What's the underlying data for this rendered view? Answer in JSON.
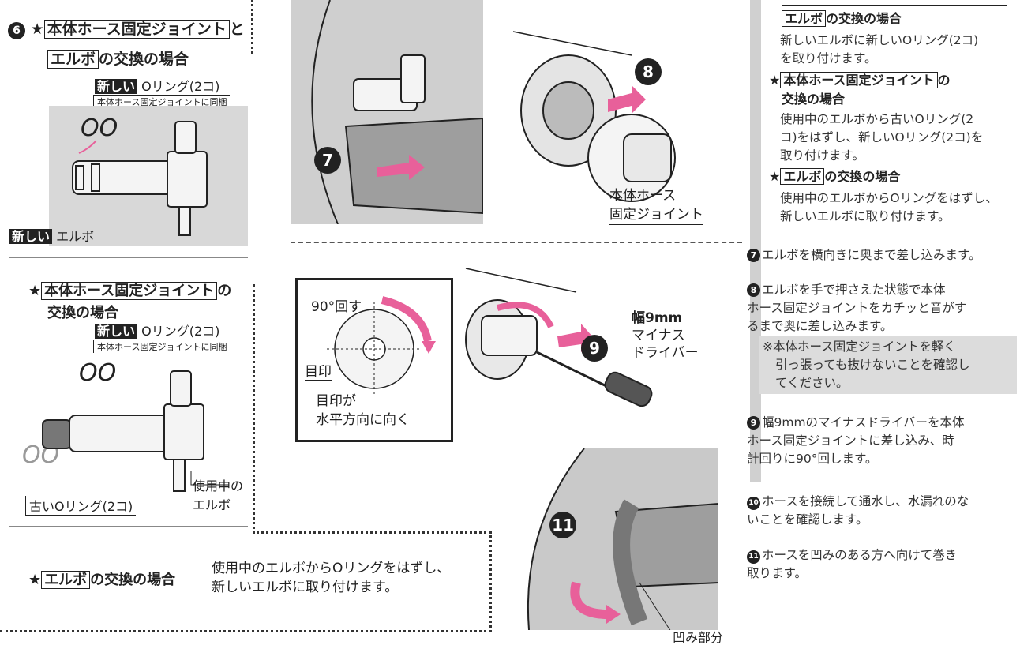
{
  "left": {
    "step6": {
      "num": "6",
      "star": "★",
      "title_box": "本体ホース固定ジョイント",
      "title_conj": "と",
      "title_box2": "エルボ",
      "title_tail": "の交換の場合",
      "new_label": "新しい",
      "oring": "Oリング(2コ)",
      "bundled": "本体ホース固定ジョイントに同梱",
      "new_elbow_label": "新しい",
      "elbow": "エルボ"
    },
    "joint_only": {
      "star": "★",
      "title_box": "本体ホース固定ジョイント",
      "title_tail": "の",
      "title_line2": "交換の場合",
      "new_label": "新しい",
      "oring": "Oリング(2コ)",
      "bundled": "本体ホース固定ジョイントに同梱",
      "old_oring": "古いOリング(2コ)",
      "used_elbow_1": "使用中の",
      "used_elbow_2": "エルボ"
    },
    "elbow_only": {
      "star": "★",
      "title_box": "エルボ",
      "title_tail": "の交換の場合",
      "text_1": "使用中のエルボからOリングをはずし、",
      "text_2": "新しいエルボに取り付けます。"
    }
  },
  "middle": {
    "step7_num": "7",
    "step8_num": "8",
    "step9_num": "9",
    "step11_num": "11",
    "joint_label_1": "本体ホース",
    "joint_label_2": "固定ジョイント",
    "rotate_label": "90°回す",
    "mark_label": "目印",
    "mark_note_1": "目印が",
    "mark_note_2": "水平方向に向く",
    "driver_1": "幅9mm",
    "driver_2": "マイナス",
    "driver_3": "ドライバー",
    "dent_label": "凹み部分"
  },
  "right": {
    "elbow_case": {
      "title_box": "エルボ",
      "title_tail": "の交換の場合",
      "line_1": "新しいエルボに新しいOリング(2コ)",
      "line_2": "を取り付けます。"
    },
    "joint_case": {
      "star": "★",
      "title_box": "本体ホース固定ジョイント",
      "title_tail": "の",
      "title_line2": "交換の場合",
      "line_1": "使用中のエルボから古いOリング(2",
      "line_2": "コ)をはずし、新しいOリング(2コ)を",
      "line_3": "取り付けます。"
    },
    "elbow_case2": {
      "star": "★",
      "title_box": "エルボ",
      "title_tail": "の交換の場合",
      "line_1": "使用中のエルボからOリングをはずし、",
      "line_2": "新しいエルボに取り付けます。"
    },
    "step7": {
      "num": "7",
      "text": "エルボを横向きに奥まで差し込みます。"
    },
    "step8": {
      "num": "8",
      "line_1": "エルボを手で押さえた状態で本体",
      "line_2": "ホース固定ジョイントをカチッと音がす",
      "line_3": "るまで奥に差し込みます。",
      "note_1": "※本体ホース固定ジョイントを軽く",
      "note_2": "引っ張っても抜けないことを確認し",
      "note_3": "てください。"
    },
    "step9": {
      "num": "9",
      "line_1": "幅9mmのマイナスドライバーを本体",
      "line_2": "ホース固定ジョイントに差し込み、時",
      "line_3": "計回りに90°回します。"
    },
    "step10": {
      "num": "10",
      "line_1": "ホースを接続して通水し、水漏れのな",
      "line_2": "いことを確認します。"
    },
    "step11": {
      "num": "11",
      "line_1": "ホースを凹みのある方へ向けて巻き",
      "line_2": "取ります。"
    }
  },
  "colors": {
    "accent": "#e8609a",
    "panel_gray": "#d8d8d8",
    "ink": "#222222"
  }
}
